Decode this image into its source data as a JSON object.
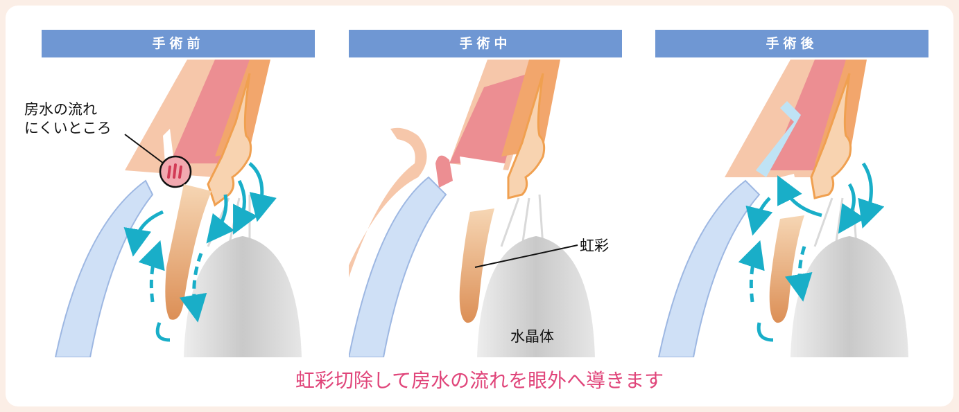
{
  "panels": [
    {
      "title": "手術前"
    },
    {
      "title": "手術中"
    },
    {
      "title": "手術後"
    }
  ],
  "labels": {
    "blocked_line1": "房水の流れ",
    "blocked_line2": "にくいところ",
    "iris": "虹彩",
    "lens": "水晶体"
  },
  "caption": "虹彩切除して房水の流れを眼外へ導きます",
  "colors": {
    "header": "#6f97d3",
    "caption": "#e0457a",
    "flow_arrow": "#19aec8",
    "cornea": "#cfe0f6",
    "sclera": "#f5b8a0",
    "iris": "#e49c68",
    "lens": "#d6d6d6"
  }
}
